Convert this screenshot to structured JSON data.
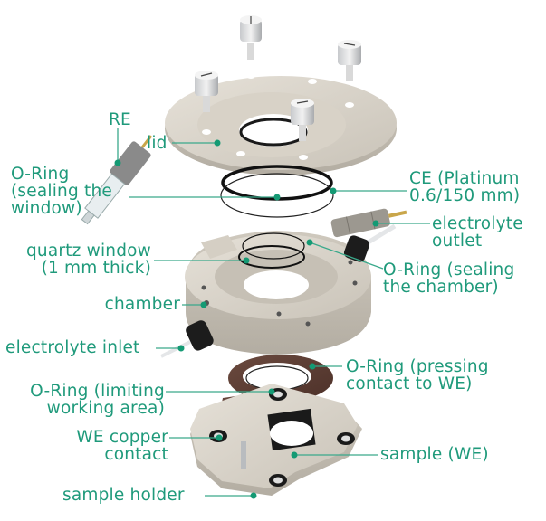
{
  "diagram": {
    "type": "exploded-view",
    "subject": "spectro-electrochemical cell",
    "accent_color": "#1f9a7b",
    "labels": {
      "re": "RE",
      "lid": "lid",
      "oring_window": "O-Ring\n(sealing the\nwindow)",
      "ce": "CE (Platinum\n0.6/150 mm)",
      "electrolyte_outlet": "electrolyte\noutlet",
      "quartz_window": "quartz window\n(1 mm thick)",
      "oring_chamber": "O-Ring (sealing\nthe chamber)",
      "chamber": "chamber",
      "electrolyte_inlet": "electrolyte inlet",
      "oring_pressing": "O-Ring (pressing\ncontact to WE)",
      "oring_limiting": "O-Ring (limiting\nworking area)",
      "we_copper": "WE copper\ncontact",
      "sample": "sample (WE)",
      "sample_holder": "sample holder"
    }
  }
}
